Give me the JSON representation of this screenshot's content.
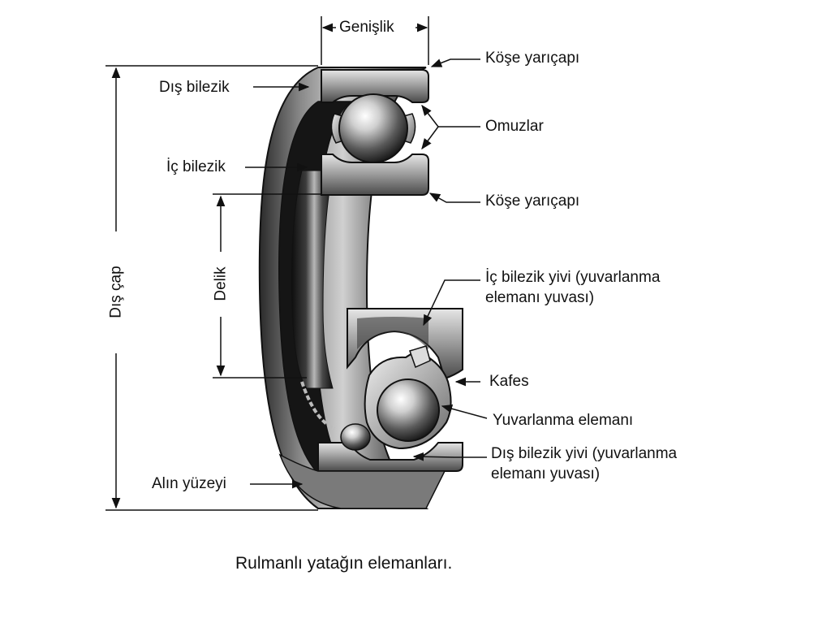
{
  "labels": {
    "width": "Genişlik",
    "corner_radius_top": "Köşe yarıçapı",
    "shoulders": "Omuzlar",
    "corner_radius_mid": "Köşe yarıçapı",
    "inner_race_groove_1": "İç bilezik yivi (yuvarlanma",
    "inner_race_groove_2": "elemanı yuvası)",
    "cage": "Kafes",
    "rolling_element": "Yuvarlanma elemanı",
    "outer_race_groove_1": "Dış bilezik yivi (yuvarlanma",
    "outer_race_groove_2": "elemanı yuvası)",
    "outer_ring": "Dış bilezik",
    "inner_ring": "İç bilezik",
    "face": "Alın yüzeyi",
    "outer_diameter": "Dış çap",
    "bore": "Delik"
  },
  "caption": "Rulmanlı yatağın elemanları.",
  "colors": {
    "ink": "#111111",
    "metal_dark": "#1a1a1a",
    "metal_mid": "#6e6e6e",
    "metal_light": "#c9c9c9",
    "background": "#ffffff"
  }
}
